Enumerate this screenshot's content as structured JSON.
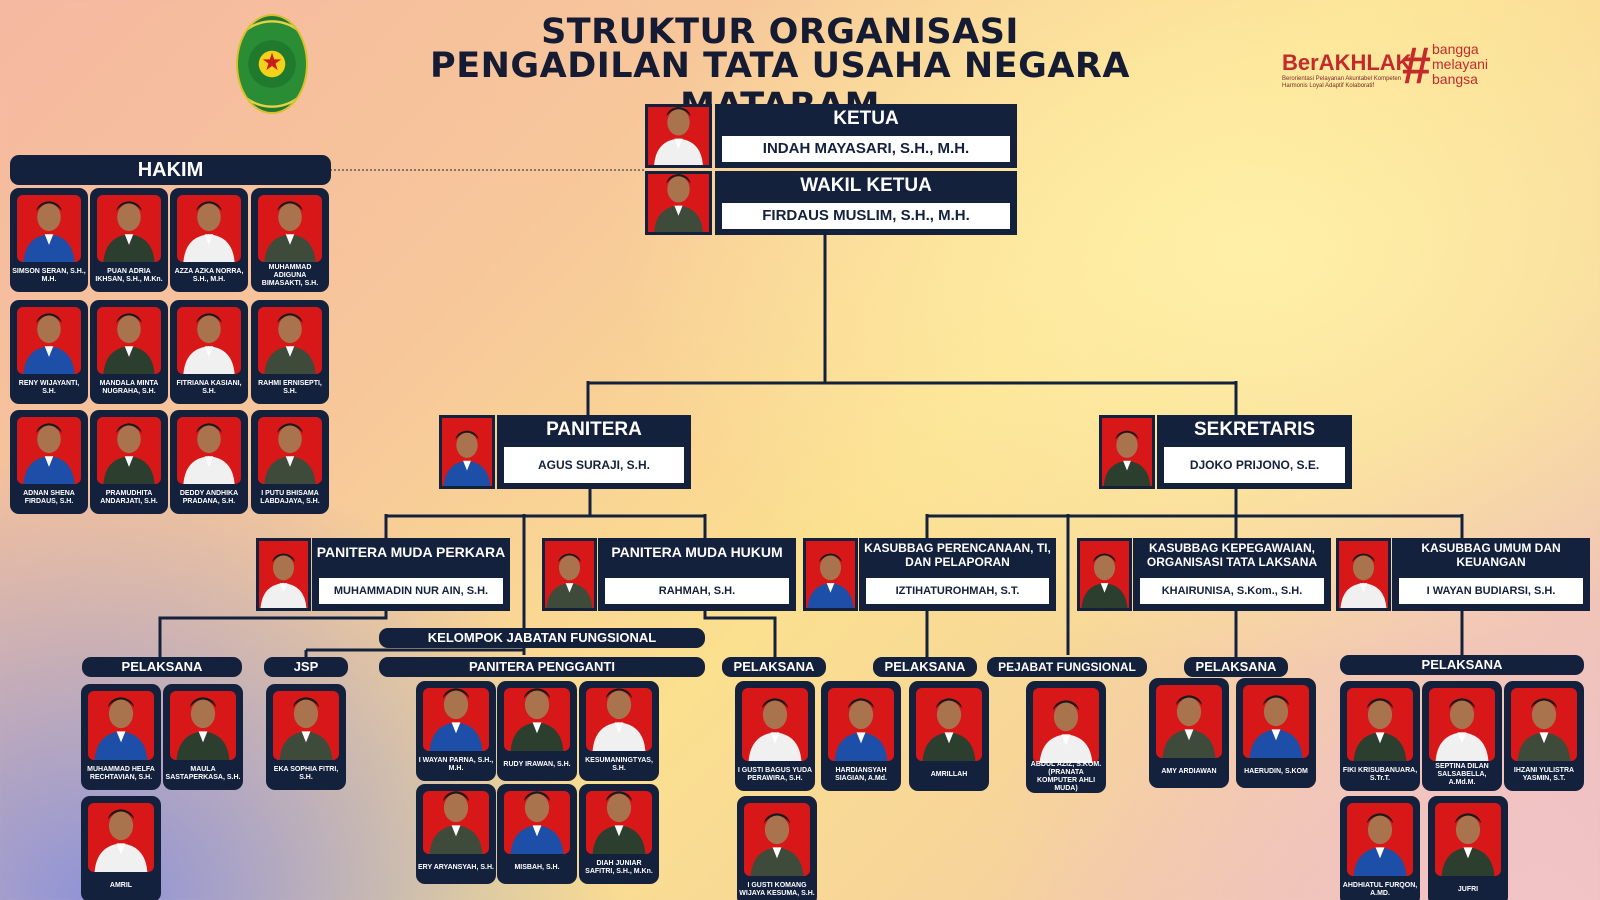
{
  "header": {
    "title_line1": "STRUKTUR ORGANISASI",
    "title_line2": "PENGADILAN TATA USAHA NEGARA MATARAM"
  },
  "logo": {
    "icon": "court-emblem-icon",
    "text": "PENGADILAN TATA USAHA NEGARA MATARAM"
  },
  "brand": {
    "berakhlak": "BerAKHLAK",
    "berakhlak_sub": "Berorientasi Pelayanan Akuntabel Kompeten Harmonis Loyal Adaptif Kolaboratif",
    "hash": "#",
    "bangga_line1": "bangga",
    "bangga_line2": "melayani",
    "bangga_line3": "bangsa",
    "color": "#c42a2a"
  },
  "colors": {
    "navy": "#14213d",
    "photo_red": "#d81818"
  },
  "hakim": {
    "label": "HAKIM",
    "members": [
      "SIMSON SERAN, S.H., M.H.",
      "PUAN ADRIA IKHSAN, S.H., M.Kn.",
      "AZZA AZKA NORRA, S.H., M.H.",
      "MUHAMMAD ADIGUNA BIMASAKTI, S.H.",
      "RENY WIJAYANTI, S.H.",
      "MANDALA MINTA NUGRAHA, S.H.",
      "FITRIANA KASIANI, S.H.",
      "RAHMI ERNISEPTI, S.H.",
      "ADNAN SHENA FIRDAUS, S.H.",
      "PRAMUDHITA ANDARJATI, S.H.",
      "DEDDY ANDHIKA PRADANA, S.H.",
      "I PUTU BHISAMA LABDAJAYA, S.H."
    ]
  },
  "ketua": {
    "role": "KETUA",
    "name": "INDAH MAYASARI, S.H., M.H."
  },
  "wakil": {
    "role": "WAKIL KETUA",
    "name": "FIRDAUS MUSLIM, S.H., M.H."
  },
  "panitera": {
    "role": "PANITERA",
    "name": "AGUS SURAJI, S.H."
  },
  "sekretaris": {
    "role": "SEKRETARIS",
    "name": "DJOKO PRIJONO, S.E."
  },
  "pm_perkara": {
    "role": "PANITERA MUDA PERKARA",
    "name": "MUHAMMADIN NUR AIN, S.H."
  },
  "pm_hukum": {
    "role": "PANITERA MUDA HUKUM",
    "name": "RAHMAH, S.H."
  },
  "kasubbag_ptip": {
    "role": "KASUBBAG PERENCANAAN, TI, DAN PELAPORAN",
    "name": "IZTIHATUROHMAH, S.T."
  },
  "kasubbag_kepeg": {
    "role": "KASUBBAG KEPEGAWAIAN, ORGANISASI TATA LAKSANA",
    "name": "KHAIRUNISA, S.Kom., S.H."
  },
  "kasubbag_umum": {
    "role": "KASUBBAG UMUM DAN KEUANGAN",
    "name": "I WAYAN BUDIARSI, S.H."
  },
  "kjf": {
    "label": "KELOMPOK JABATAN FUNGSIONAL"
  },
  "groups": {
    "pelaksana_perkara": {
      "label": "PELAKSANA",
      "members": [
        "MUHAMMAD HELFA RECHTAVIAN, S.H.",
        "MAULA SASTAPERKASA, S.H.",
        "AMRIL"
      ]
    },
    "jsp": {
      "label": "JSP",
      "members": [
        "EKA SOPHIA FITRI, S.H."
      ]
    },
    "panitera_pengganti": {
      "label": "PANITERA PENGGANTI",
      "members": [
        "I WAYAN PARNA, S.H., M.H.",
        "RUDY IRAWAN, S.H.",
        "KESUMANINGTYAS, S.H.",
        "ERY ARYANSYAH, S.H.",
        "MISBAH, S.H.",
        "DIAH JUNIAR SAFITRI, S.H., M.Kn."
      ]
    },
    "pelaksana_hukum": {
      "label": "PELAKSANA",
      "members": [
        "I GUSTI BAGUS YUDA PERAWIRA, S.H.",
        "I GUSTI KOMANG WIJAYA KESUMA, S.H."
      ]
    },
    "pelaksana_ptip": {
      "label": "PELAKSANA",
      "members": [
        "HARDIANSYAH SIAGIAN, A.Md.",
        "AMRILLAH"
      ]
    },
    "pejabat_fungsional": {
      "label": "PEJABAT FUNGSIONAL",
      "members": [
        "ABDUL AZIZ, S.KOM. (PRANATA KOMPUTER AHLI MUDA)"
      ]
    },
    "pelaksana_kepeg": {
      "label": "PELAKSANA",
      "members": [
        "AMY ARDIAWAN",
        "HAERUDIN, S.KOM"
      ]
    },
    "pelaksana_umum": {
      "label": "PELAKSANA",
      "members": [
        "FIKI KRISUBANUARA, S.Tr.T.",
        "SEPTINA DILAN SALSABELLA, A.Md.M.",
        "IHZANI YULISTRA YASMIN, S.T.",
        "AHDHIATUL FURQON, A.MD.",
        "JUFRI"
      ]
    }
  }
}
